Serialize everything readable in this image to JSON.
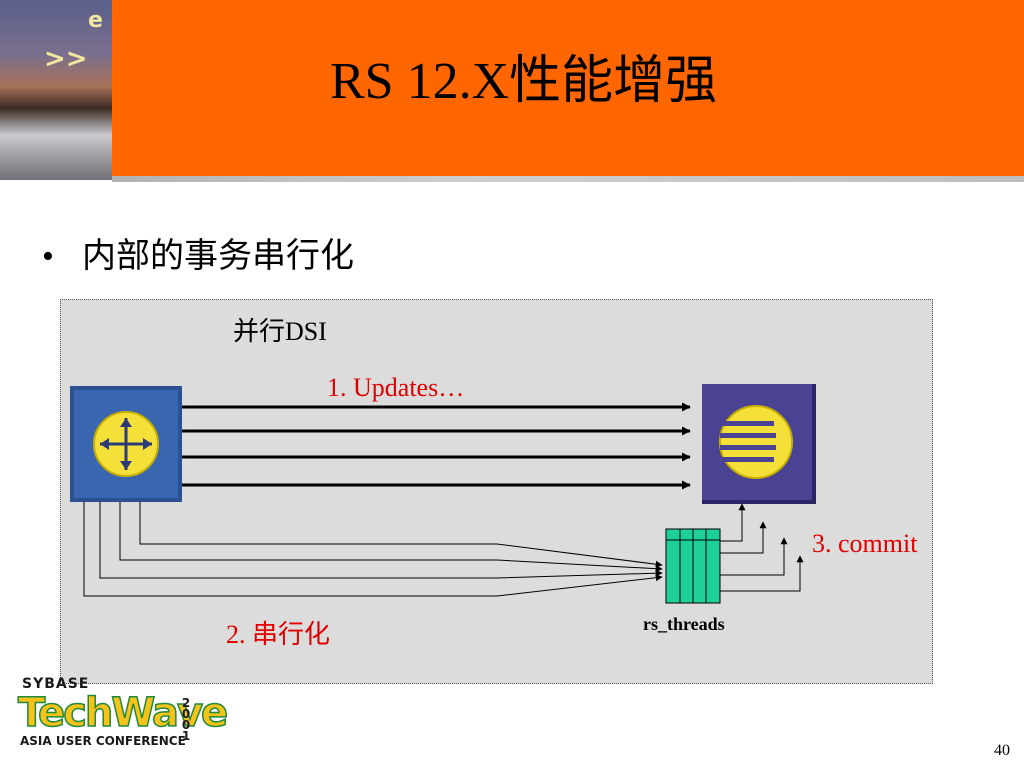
{
  "slide": {
    "title": "RS 12.X性能增强",
    "bullet": "内部的事务串行化",
    "page_number": "40"
  },
  "diagram": {
    "panel_title": "并行DSI",
    "updates_label": "1. Updates…",
    "commit_label": "3. commit",
    "serialize_label": "2. 串行化",
    "threads_label": "rs_threads",
    "colors": {
      "panel_bg": "#dcdcdc",
      "node_blue": "#3a66b0",
      "node_purple": "#4a4394",
      "icon_yellow": "#f5e03a",
      "threads_green": "#1fcf9a",
      "label_red": "#e00000",
      "header_orange": "#ff6600"
    }
  },
  "logo": {
    "brand": "SYBASE",
    "product": "TechWave",
    "year": "2001",
    "subtitle": "ASIA USER CONFERENCE"
  }
}
